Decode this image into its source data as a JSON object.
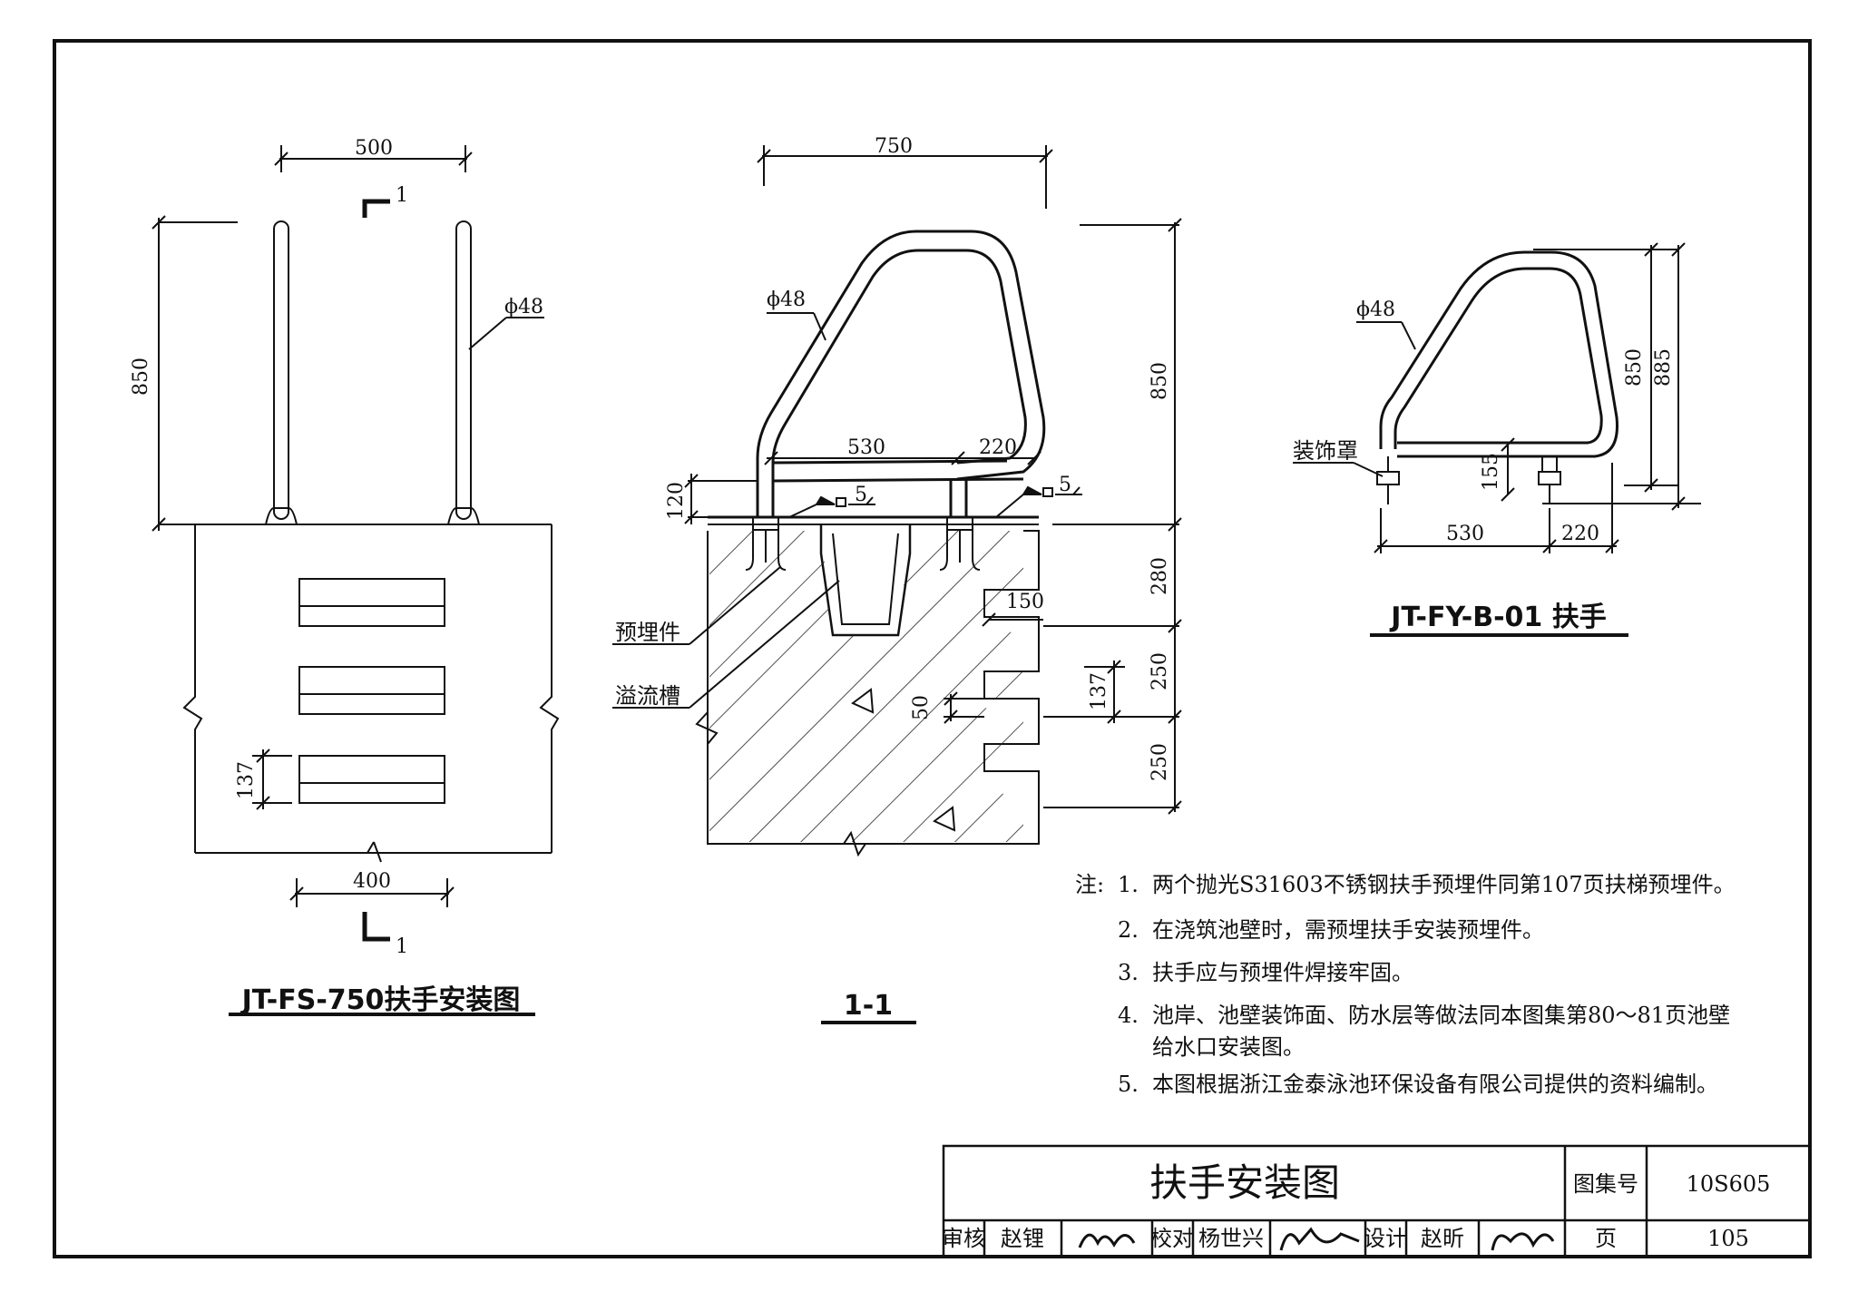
{
  "drawings": {
    "left": {
      "title": "JT-FS-750扶手安装图",
      "dim_width_top": "500",
      "dim_height": "850",
      "dim_pipe": "ϕ48",
      "dim_step": "137",
      "dim_width_bottom": "400",
      "section_mark": "1"
    },
    "middle": {
      "title": "1-1",
      "dim_width": "750",
      "dim_pipe": "ϕ48",
      "dim_530": "530",
      "dim_220": "220",
      "dim_120": "120",
      "dim_850": "850",
      "dim_280": "280",
      "dim_250a": "250",
      "dim_250b": "250",
      "dim_150": "150",
      "dim_137": "137",
      "dim_50": "50",
      "weld_5a": "5",
      "weld_5b": "5",
      "label_embed": "预埋件",
      "label_gutter": "溢流槽"
    },
    "right": {
      "title": "JT-FY-B-01 扶手",
      "dim_pipe": "ϕ48",
      "dim_850": "850",
      "dim_885": "885",
      "dim_155": "155",
      "dim_530": "530",
      "dim_220": "220",
      "label_cover": "装饰罩"
    }
  },
  "notes": {
    "prefix": "注:",
    "items": [
      {
        "num": "1.",
        "text": "两个抛光S31603不锈钢扶手预埋件同第107页扶梯预埋件。"
      },
      {
        "num": "2.",
        "text": "在浇筑池壁时，需预埋扶手安装预埋件。"
      },
      {
        "num": "3.",
        "text": "扶手应与预埋件焊接牢固。"
      },
      {
        "num": "4.",
        "text": "池岸、池壁装饰面、防水层等做法同本图集第80～81页池壁"
      },
      {
        "num": "",
        "text": "给水口安装图。"
      },
      {
        "num": "5.",
        "text": "本图根据浙江金泰泳池环保设备有限公司提供的资料编制。"
      }
    ]
  },
  "title_block": {
    "title": "扶手安装图",
    "atlas_label": "图集号",
    "atlas_no": "10S605",
    "review_label": "审核",
    "reviewer": "赵锂",
    "check_label": "校对",
    "checker": "杨世兴",
    "design_label": "设计",
    "designer": "赵昕",
    "page_label": "页",
    "page_no": "105"
  }
}
